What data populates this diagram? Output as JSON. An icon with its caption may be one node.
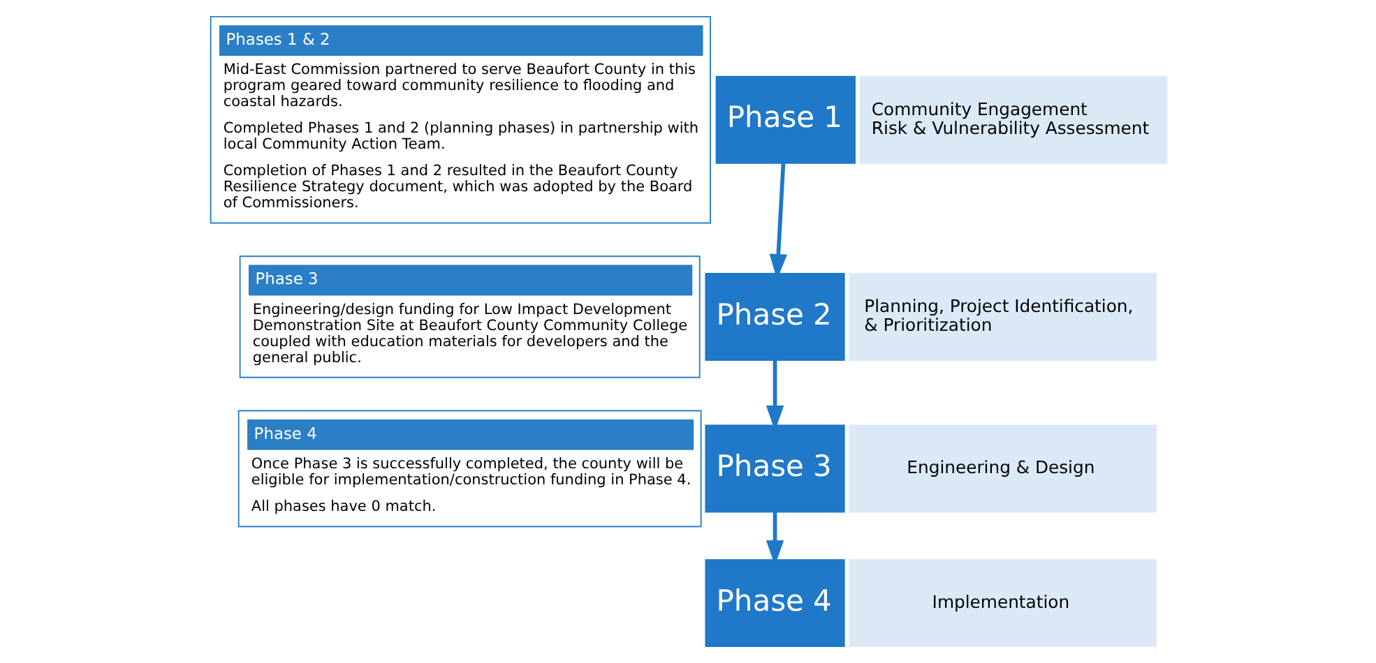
{
  "diagram": {
    "nodes": [
      {
        "text": [
          "Phases 1 & 2",
          "Mid-East Commission partnered to serve Beaufort County in this program geared toward community resilience to flooding and coastal hazards.",
          "Completed Phases 1 and 2 (planning phases) in partnership with local Community Action Team.",
          "Completion of Phases 1 and 2 resulted in the Beaufort County Resilience Strategy document, which was adopted by the Board of Commissioners."
        ]
      },
      {
        "text": [
          "Phase 3",
          "Engineering/design funding for Low Impact Development Demonstration Site at Beaufort County Community College coupled with education materials for developers and the general public."
        ]
      },
      {
        "text": [
          "Phase 4",
          "Once Phase 3 is successfully completed, the county will be eligible for implementation/construction funding in Phase 4.",
          "All phases have 0 match."
        ]
      },
      {
        "text": [
          "Phase 1"
        ]
      },
      {
        "text": [
          "Community Engagement",
          "Risk & Vulnerability Assessment"
        ]
      },
      {
        "text": [
          "Phase 2"
        ]
      },
      {
        "text": [
          "Planning, Project Identification, & Prioritization"
        ]
      },
      {
        "text": [
          "Phase 3"
        ]
      },
      {
        "text": [
          "Engineering & Design"
        ]
      },
      {
        "text": [
          "Phase 4"
        ]
      },
      {
        "text": [
          "Implementation"
        ]
      }
    ],
    "edges": [
      {
        "from": 3,
        "to": 5,
        "arrow": "to"
      },
      {
        "from": 5,
        "to": 7,
        "arrow": "to"
      },
      {
        "from": 7,
        "to": 9,
        "arrow": "to"
      }
    ]
  }
}
